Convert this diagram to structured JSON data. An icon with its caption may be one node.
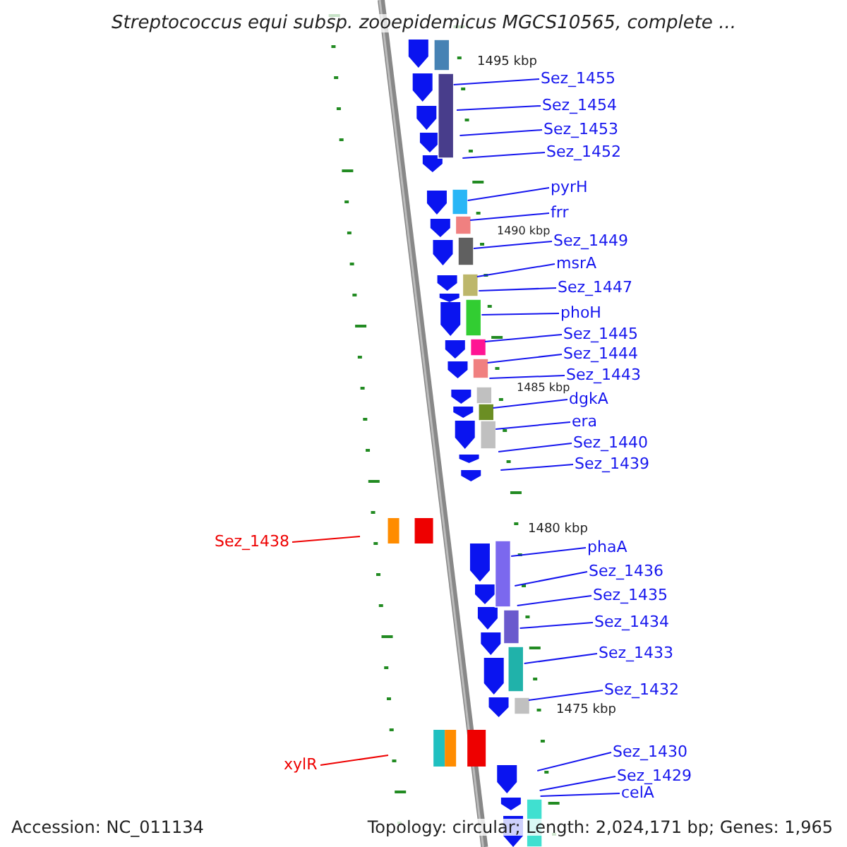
{
  "diagram": {
    "title": "Streptococcus equi subsp. zooepidemicus MGCS10565, complete ...",
    "nodes": [
      {
        "text": [
          "Sez_1455"
        ]
      },
      {
        "text": [
          "Sez_1454"
        ]
      },
      {
        "text": [
          "Sez_1453"
        ]
      },
      {
        "text": [
          "Sez_1452"
        ]
      },
      {
        "text": [
          "pyrH"
        ]
      },
      {
        "text": [
          "frr"
        ]
      },
      {
        "text": [
          "Sez_1449"
        ]
      },
      {
        "text": [
          "msrA"
        ]
      },
      {
        "text": [
          "Sez_1447"
        ]
      },
      {
        "text": [
          "phoH"
        ]
      },
      {
        "text": [
          "Sez_1445"
        ]
      },
      {
        "text": [
          "Sez_1444"
        ]
      },
      {
        "text": [
          "Sez_1443"
        ]
      },
      {
        "text": [
          "dgkA"
        ]
      },
      {
        "text": [
          "era"
        ]
      },
      {
        "text": [
          "Sez_1440"
        ]
      },
      {
        "text": [
          "Sez_1439"
        ]
      },
      {
        "text": [
          "Sez_1438"
        ]
      },
      {
        "text": [
          "phaA"
        ]
      },
      {
        "text": [
          "Sez_1436"
        ]
      },
      {
        "text": [
          "Sez_1435"
        ]
      },
      {
        "text": [
          "Sez_1434"
        ]
      },
      {
        "text": [
          "Sez_1433"
        ]
      },
      {
        "text": [
          "Sez_1432"
        ]
      },
      {
        "text": [
          "Sez_1430"
        ]
      },
      {
        "text": [
          "xylR"
        ]
      },
      {
        "text": [
          "Sez_1429"
        ]
      },
      {
        "text": [
          "celA"
        ]
      }
    ],
    "edges": [
      {
        "from": 0,
        "to": null,
        "arrow": "none"
      },
      {
        "from": 1,
        "to": null,
        "arrow": "none"
      },
      {
        "from": 2,
        "to": null,
        "arrow": "none"
      },
      {
        "from": 3,
        "to": null,
        "arrow": "none"
      },
      {
        "from": 4,
        "to": null,
        "arrow": "none"
      },
      {
        "from": 5,
        "to": null,
        "arrow": "none"
      },
      {
        "from": 6,
        "to": null,
        "arrow": "none"
      },
      {
        "from": 7,
        "to": null,
        "arrow": "none"
      },
      {
        "from": 8,
        "to": null,
        "arrow": "none"
      },
      {
        "from": 9,
        "to": null,
        "arrow": "none"
      },
      {
        "from": 10,
        "to": null,
        "arrow": "none"
      },
      {
        "from": 11,
        "to": null,
        "arrow": "none"
      },
      {
        "from": 12,
        "to": null,
        "arrow": "none"
      },
      {
        "from": 13,
        "to": null,
        "arrow": "none"
      },
      {
        "from": 14,
        "to": null,
        "arrow": "none"
      },
      {
        "from": 15,
        "to": null,
        "arrow": "none"
      },
      {
        "from": 16,
        "to": null,
        "arrow": "none"
      },
      {
        "from": 17,
        "to": null,
        "arrow": "none",
        "color": "#ee0000"
      },
      {
        "from": 18,
        "to": null,
        "arrow": "none"
      },
      {
        "from": 19,
        "to": null,
        "arrow": "none"
      },
      {
        "from": 20,
        "to": null,
        "arrow": "none"
      },
      {
        "from": 21,
        "to": null,
        "arrow": "none"
      },
      {
        "from": 22,
        "to": null,
        "arrow": "none"
      },
      {
        "from": 23,
        "to": null,
        "arrow": "none"
      },
      {
        "from": 24,
        "to": null,
        "arrow": "none"
      },
      {
        "from": 25,
        "to": null,
        "arrow": "none",
        "color": "#ee0000"
      },
      {
        "from": 26,
        "to": null,
        "arrow": "none"
      },
      {
        "from": 27,
        "to": null,
        "arrow": "none"
      }
    ],
    "labels": [
      "1495 kbp",
      "1490 kbp",
      "1485 kbp",
      "1480 kbp",
      "1475 kbp",
      "Accession: NC_011134",
      "Topology: circular; Length: 2,024,171 bp; Genes: 1,965"
    ]
  }
}
